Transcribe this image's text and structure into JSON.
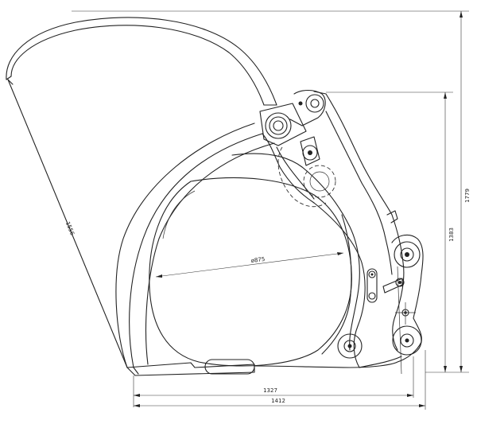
{
  "dimensions": {
    "tine_length": "1556",
    "overall_height": "1779",
    "pivot_height": "1383",
    "opening_diameter": "ø875",
    "width_inner": "1327",
    "width_overall": "1412"
  }
}
